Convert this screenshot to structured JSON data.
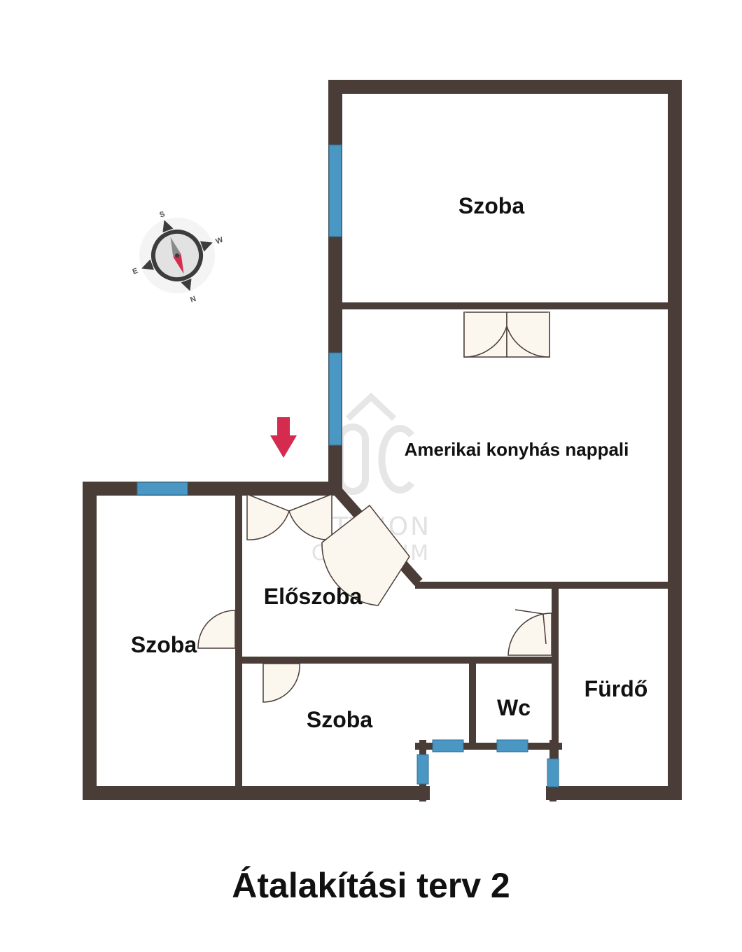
{
  "title": "Átalakítási terv 2",
  "rooms": {
    "top_room": "Szoba",
    "living": "Amerikai konyhás nappali",
    "hall": "Előszoba",
    "left_room": "Szoba",
    "bottom_room": "Szoba",
    "wc": "Wc",
    "bath": "Fürdő"
  },
  "compass": {
    "s": "S",
    "w": "W",
    "e": "E",
    "n": "N"
  },
  "watermark": {
    "line1": "OTTHON",
    "line2": "CENTRUM"
  },
  "colors": {
    "wall": "#4a3d38",
    "window": "#4a97c4",
    "door_fill": "#fbf6ee",
    "entrance_arrow": "#d52b4f"
  }
}
